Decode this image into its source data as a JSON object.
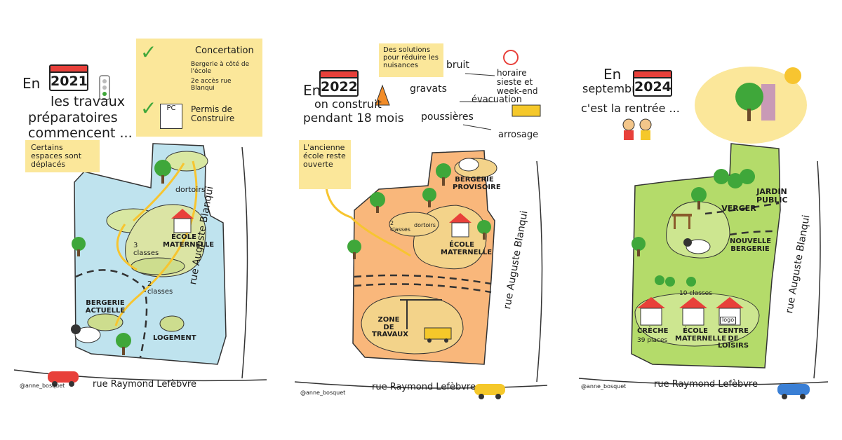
{
  "panel2021": {
    "en": "En",
    "year": "2021",
    "line1": "les travaux",
    "line2": "préparatoires",
    "line3": "commencent ...",
    "concertation": "Concertation",
    "bergerie_cote": "Bergerie à côté de l'école",
    "second_acces": "2e accès rue Blanqui",
    "permis": "Permis de Construire",
    "pc": "PC",
    "deplaces": "Certains espaces sont déplacés",
    "dortoirs": "dortoirs",
    "ecole": "ÉCOLE MATERNELLE",
    "trois_classes": "3 classes",
    "deux_classes": "2 classes",
    "bergerie_actuelle": "BERGERIE ACTUELLE",
    "logement": "LOGEMENT",
    "rue_blanqui": "rue Auguste Blanqui",
    "rue_lefebvre": "rue Raymond Lefèbvre",
    "credit": "@anne_bosquet"
  },
  "panel2022": {
    "en": "En",
    "year": "2022",
    "line1": "on construit",
    "line2": "pendant 18 mois",
    "solutions": "Des solutions pour réduire les nuisances",
    "bruit": "bruit",
    "horaire": "horaire sieste et week-end",
    "gravats": "gravats",
    "evacuation": "évacuation",
    "poussieres": "poussières",
    "arrosage": "arrosage",
    "ancienne": "L'ancienne école reste ouverte",
    "bergerie_prov": "BERGERIE PROVISOIRE",
    "deux_classes": "2 classes",
    "dortoirs": "dortoirs",
    "ecole": "ÉCOLE MATERNELLE",
    "zone": "ZONE DE TRAVAUX",
    "rue_blanqui": "rue Auguste Blanqui",
    "rue_lefebvre": "rue Raymond Lefèbvre",
    "credit": "@anne_bosquet"
  },
  "panel2024": {
    "en": "En",
    "sept": "septembre",
    "year": "2024",
    "rentree": "c'est la rentrée ...",
    "jardin": "JARDIN PUBLIC",
    "verger": "VERGER",
    "nouvelle_bergerie": "NOUVELLE BERGERIE",
    "dix_classes": "10 classes",
    "creche": "CRÈCHE",
    "places": "39 places",
    "ecole": "ÉCOLE MATERNELLE",
    "centre": "CENTRE DE LOISIRS",
    "logo": "logo",
    "rue_blanqui": "rue Auguste Blanqui",
    "rue_lefebvre": "rue Raymond Lefèbvre",
    "credit": "@anne_bosquet"
  },
  "colors": {
    "blue_site": "#bfe3ee",
    "orange_site": "#f9b77b",
    "green_site": "#b4db6a",
    "note_yellow": "#fbe79a",
    "calendar_red": "#e8403a",
    "path_yellow": "#f7c530"
  }
}
